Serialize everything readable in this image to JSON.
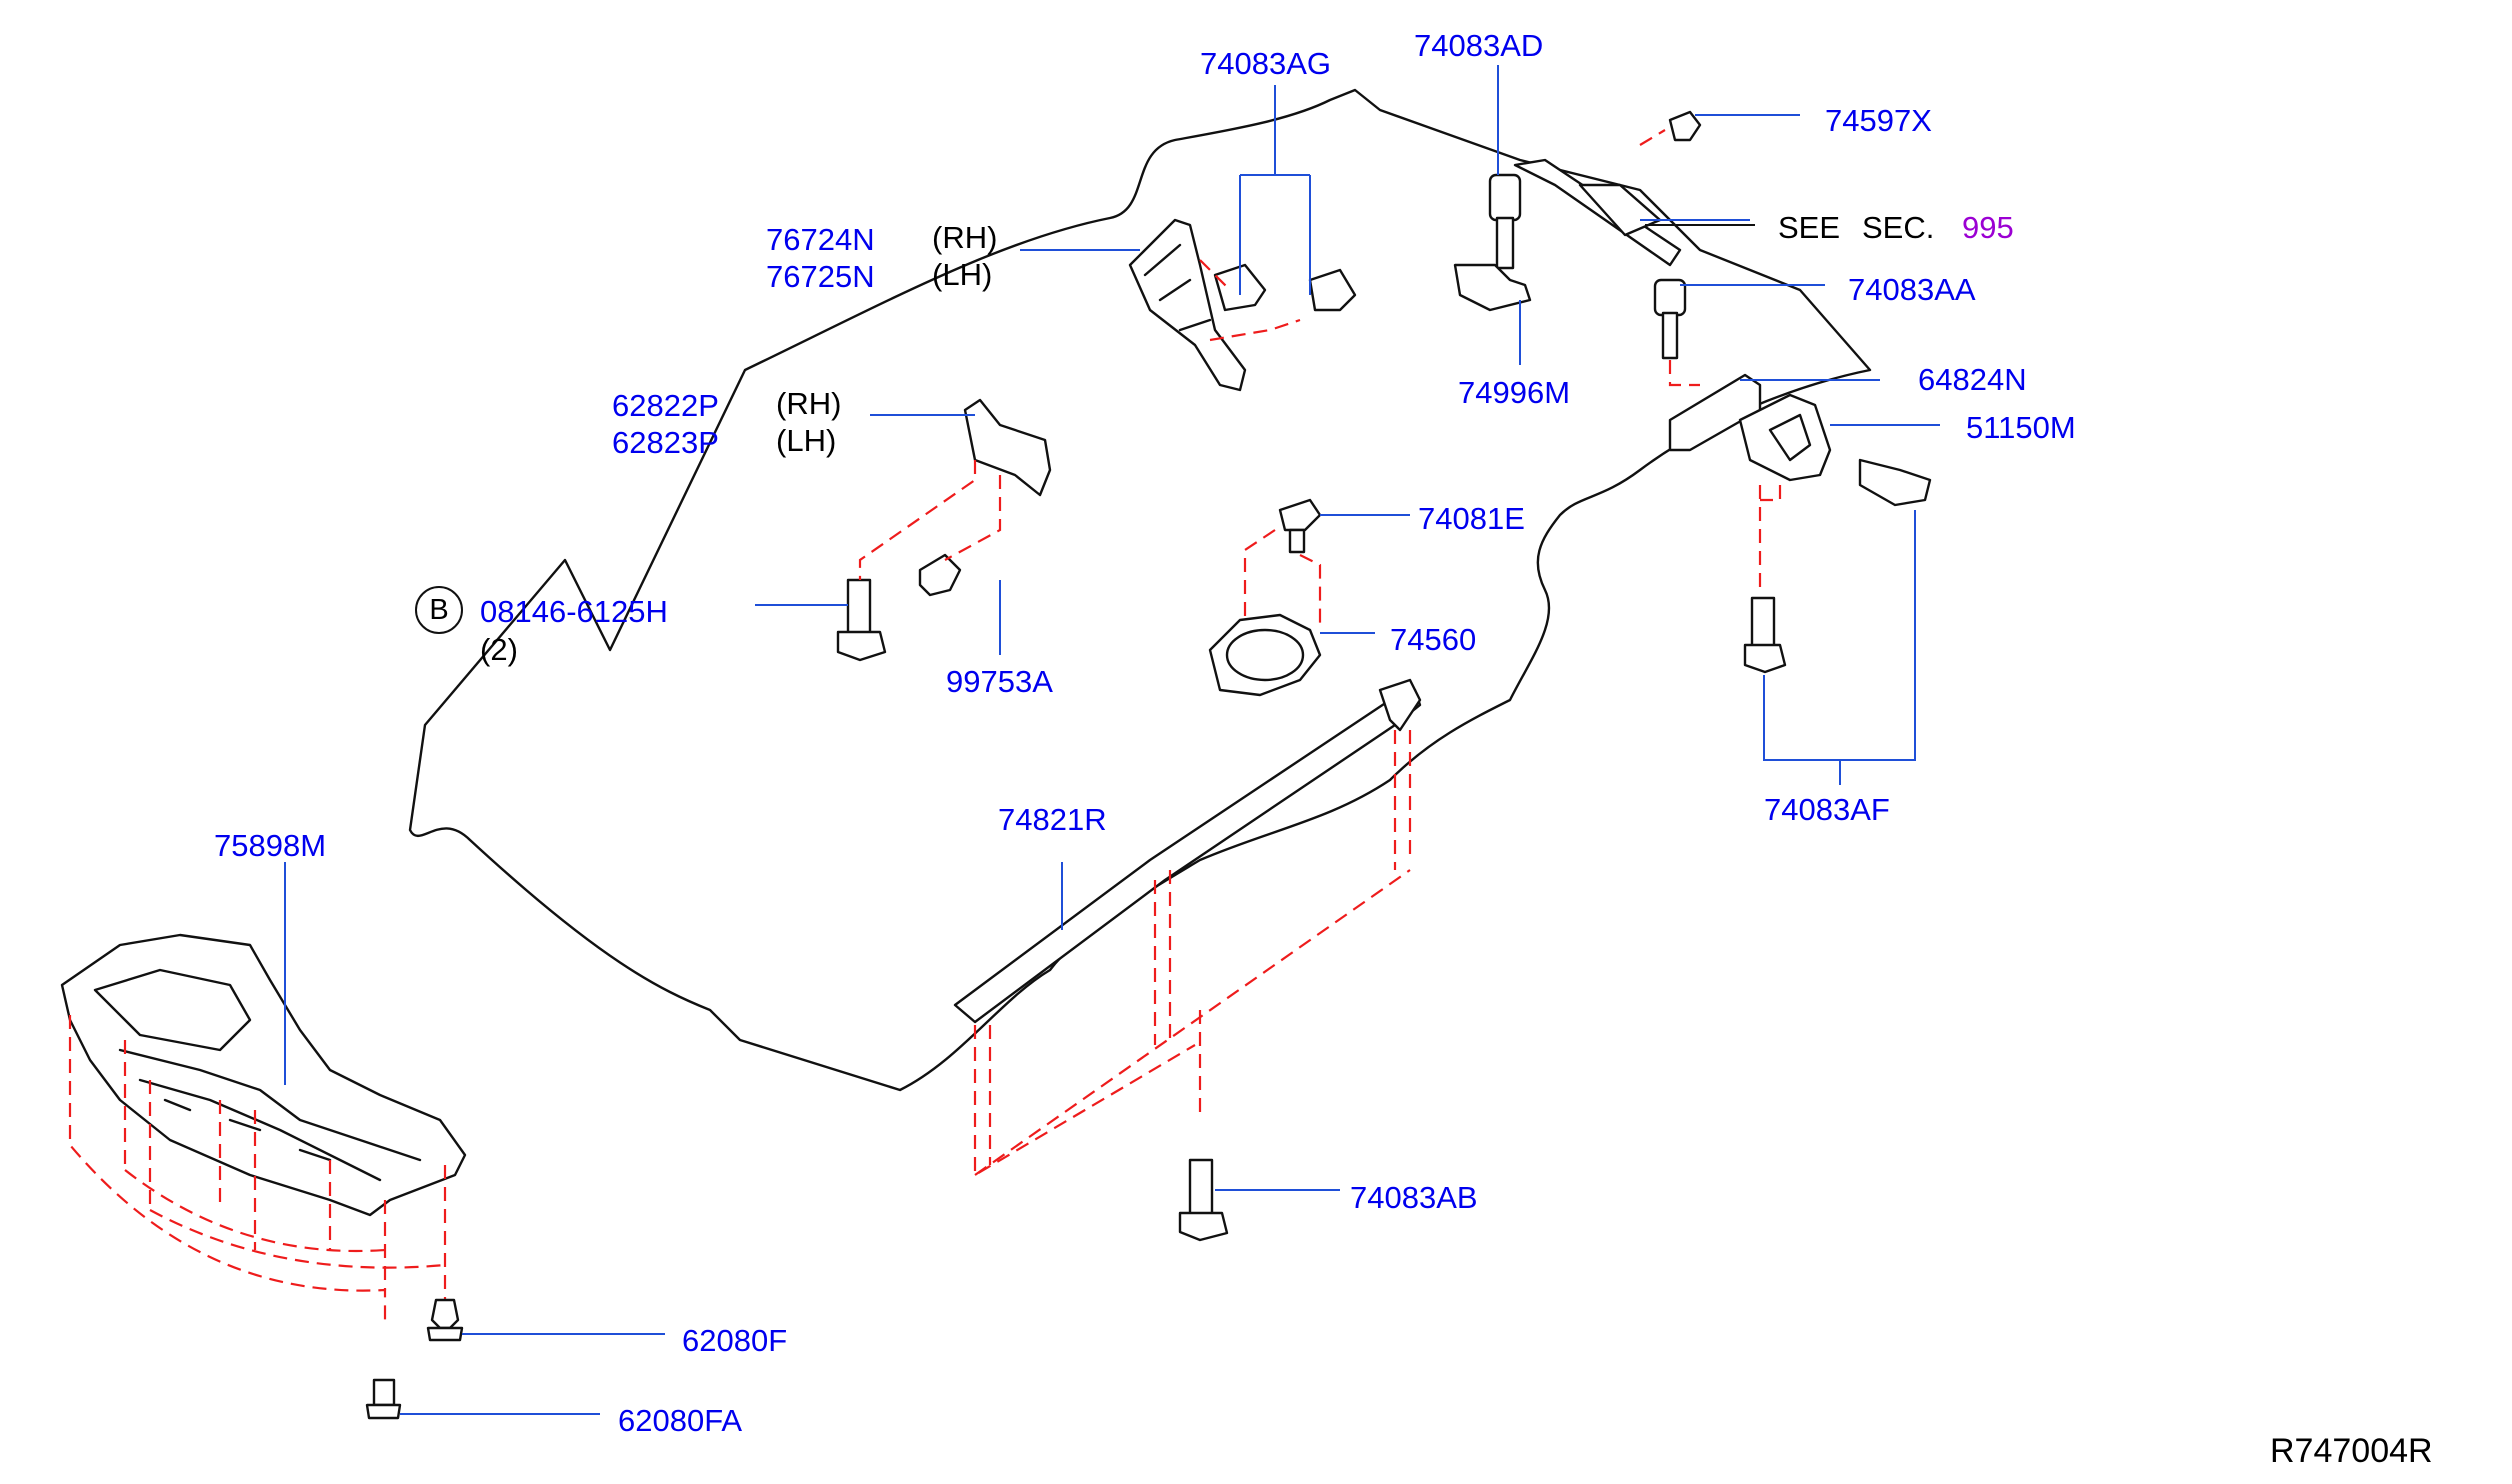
{
  "diagram_id": "R747004R",
  "colors": {
    "part_number": "#0000ee",
    "section_ref": "#9b00d3",
    "hidden_line": "#ee1c1c",
    "leader": "#1f4fd8",
    "outline": "#111111"
  },
  "labels": {
    "p74083AG": "74083AG",
    "p74083AD": "74083AD",
    "p74597X": "74597X",
    "see": "SEE",
    "sec": "SEC.",
    "sec_num": "995",
    "p74083AA": "74083AA",
    "p76724N": "76724N",
    "rh1": "(RH)",
    "p76725N": "76725N",
    "lh1": "(LH)",
    "p74996M": "74996M",
    "p64824N": "64824N",
    "p51150M": "51150M",
    "p62822P": "62822P",
    "rh2": "(RH)",
    "p62823P": "62823P",
    "lh2": "(LH)",
    "p74081E": "74081E",
    "b_symbol": "B",
    "p08146": "08146-6125H",
    "qty": "(2)",
    "p74560": "74560",
    "p99753A": "99753A",
    "p74083AF": "74083AF",
    "p75898M": "75898M",
    "p74821R": "74821R",
    "p74083AB": "74083AB",
    "p62080F": "62080F",
    "p62080FA": "62080FA"
  }
}
